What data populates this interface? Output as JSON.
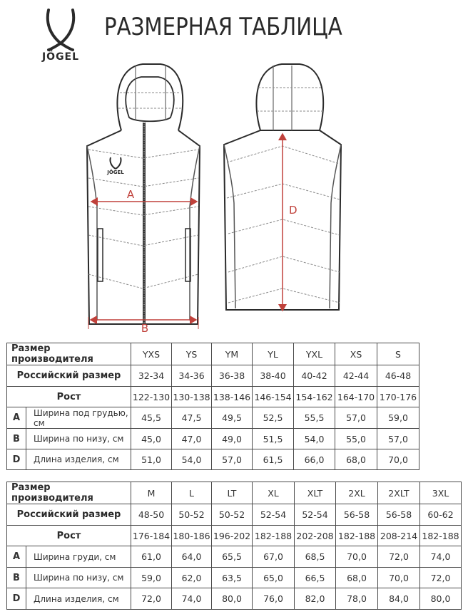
{
  "header": {
    "brand": "JÖGEL",
    "title": "РАЗМЕРНАЯ ТАБЛИЦА"
  },
  "diagram": {
    "front_logo": "JÖGEL",
    "labels": {
      "a": "A",
      "b": "B",
      "d": "D"
    },
    "accent_color": "#c0413b"
  },
  "tables": [
    {
      "row_labels": {
        "maker_size": "Размер производителя",
        "russian_size": "Российский размер",
        "height": "Рост"
      },
      "sizes": [
        "YXS",
        "YS",
        "YM",
        "YL",
        "YXL",
        "XS",
        "S"
      ],
      "russian": [
        "32-34",
        "34-36",
        "36-38",
        "38-40",
        "40-42",
        "42-44",
        "46-48"
      ],
      "height": [
        "122-130",
        "130-138",
        "138-146",
        "146-154",
        "154-162",
        "164-170",
        "170-176"
      ],
      "measures": [
        {
          "letter": "A",
          "label": "Ширина под грудью, см",
          "values": [
            "45,5",
            "47,5",
            "49,5",
            "52,5",
            "55,5",
            "57,0",
            "59,0"
          ]
        },
        {
          "letter": "B",
          "label": "Ширина по низу, см",
          "values": [
            "45,0",
            "47,0",
            "49,0",
            "51,5",
            "54,0",
            "55,0",
            "57,0"
          ]
        },
        {
          "letter": "D",
          "label": "Длина изделия, см",
          "values": [
            "51,0",
            "54,0",
            "57,0",
            "61,5",
            "66,0",
            "68,0",
            "70,0"
          ]
        }
      ]
    },
    {
      "row_labels": {
        "maker_size": "Размер производителя",
        "russian_size": "Российский размер",
        "height": "Рост"
      },
      "sizes": [
        "M",
        "L",
        "LT",
        "XL",
        "XLT",
        "2XL",
        "2XLT",
        "3XL"
      ],
      "russian": [
        "48-50",
        "50-52",
        "50-52",
        "52-54",
        "52-54",
        "56-58",
        "56-58",
        "60-62"
      ],
      "height": [
        "176-184",
        "180-186",
        "196-202",
        "182-188",
        "202-208",
        "182-188",
        "208-214",
        "182-188"
      ],
      "measures": [
        {
          "letter": "A",
          "label": "Ширина груди, см",
          "values": [
            "61,0",
            "64,0",
            "65,5",
            "67,0",
            "68,5",
            "70,0",
            "72,0",
            "74,0"
          ]
        },
        {
          "letter": "B",
          "label": "Ширина по низу, см",
          "values": [
            "59,0",
            "62,0",
            "63,5",
            "65,0",
            "66,5",
            "68,0",
            "70,0",
            "72,0"
          ]
        },
        {
          "letter": "D",
          "label": "Длина изделия, см",
          "values": [
            "72,0",
            "74,0",
            "80,0",
            "76,0",
            "82,0",
            "78,0",
            "84,0",
            "80,0"
          ]
        }
      ]
    }
  ]
}
